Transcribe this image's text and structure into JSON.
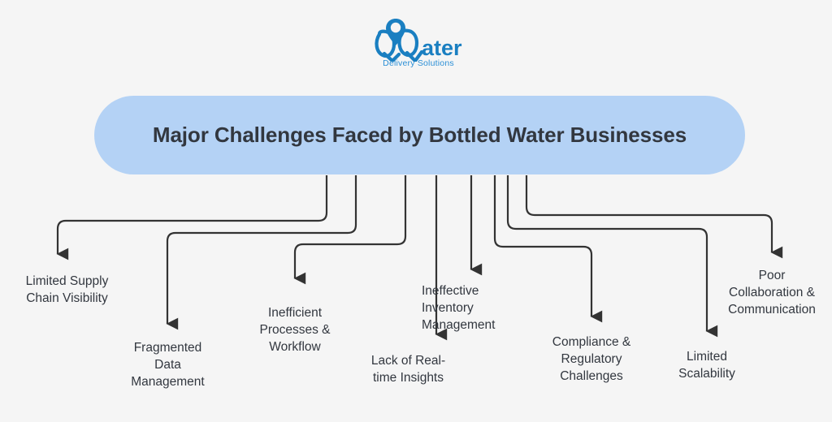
{
  "logo": {
    "name": "Water",
    "tagline": "Delivery Solutions",
    "brand_color": "#1a7fc1",
    "icon": "water-drop-pin-logo-icon"
  },
  "banner": {
    "title": "Major Challenges Faced by Bottled Water Businesses",
    "background_color": "#b4d2f5",
    "text_color": "#32373f"
  },
  "page": {
    "background_color": "#f5f5f5",
    "connector_color": "#333333"
  },
  "chart_data": {
    "type": "diagram",
    "title": "Major Challenges Faced by Bottled Water Businesses",
    "layout": "fan-out-elbow-connectors",
    "root": "Major Challenges Faced by Bottled Water Businesses",
    "nodes": [
      {
        "index": 1,
        "label": "Limited Supply\nChain Visibility",
        "align": "center"
      },
      {
        "index": 2,
        "label": "Fragmented\nData\nManagement",
        "align": "center"
      },
      {
        "index": 3,
        "label": "Inefficient\nProcesses &\nWorkflow",
        "align": "center"
      },
      {
        "index": 4,
        "label": "Lack of Real-\ntime Insights",
        "align": "center"
      },
      {
        "index": 5,
        "label": "Ineffective\nInventory\nManagement",
        "align": "left"
      },
      {
        "index": 6,
        "label": "Compliance &\nRegulatory\nChallenges",
        "align": "center"
      },
      {
        "index": 7,
        "label": "Limited\nScalability",
        "align": "center"
      },
      {
        "index": 8,
        "label": "Poor\nCollaboration &\nCommunication",
        "align": "center"
      }
    ]
  }
}
